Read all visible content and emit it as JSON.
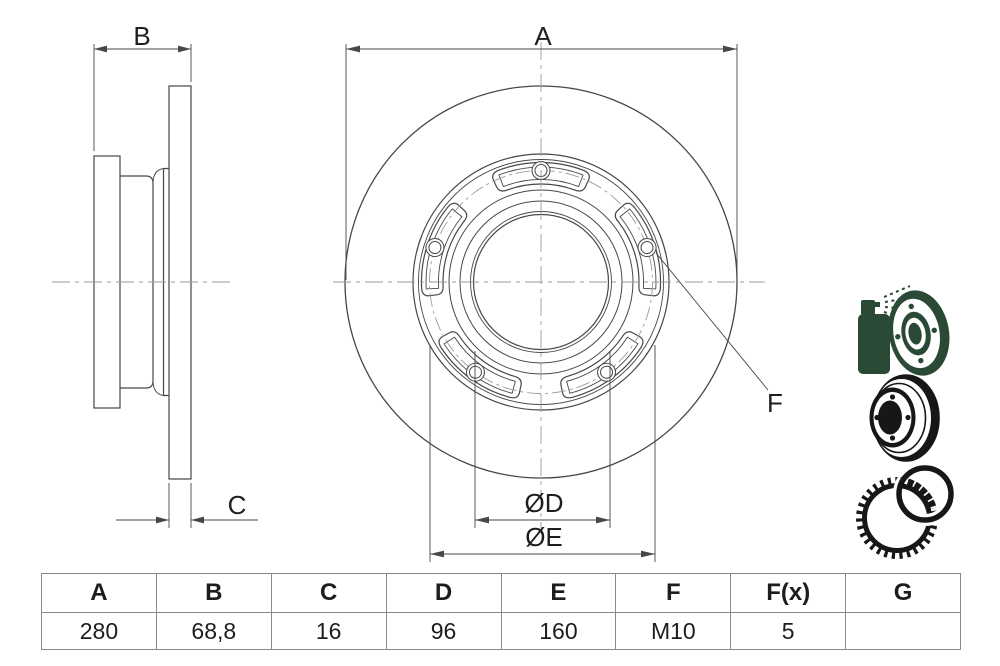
{
  "drawing": {
    "dim_labels": {
      "a": "A",
      "b": "B",
      "c": "C",
      "d": "ØD",
      "e": "ØE",
      "f": "F"
    }
  },
  "table": {
    "headers": [
      "A",
      "B",
      "C",
      "D",
      "E",
      "F",
      "F(x)",
      "G"
    ],
    "values": [
      "280",
      "68,8",
      "16",
      "96",
      "160",
      "M10",
      "5",
      ""
    ]
  },
  "icons": [
    {
      "name": "spray-coating-disc-icon"
    },
    {
      "name": "brake-disc-icon"
    },
    {
      "name": "abs-sensor-ring-icon"
    }
  ],
  "colors": {
    "background": "#ffffff",
    "line": "#474747",
    "centerline": "#9a9a9a",
    "text": "#1e1e1e",
    "table_border": "#8a8a8a",
    "icon_green": "#2b4a36",
    "icon_black": "#171717"
  }
}
